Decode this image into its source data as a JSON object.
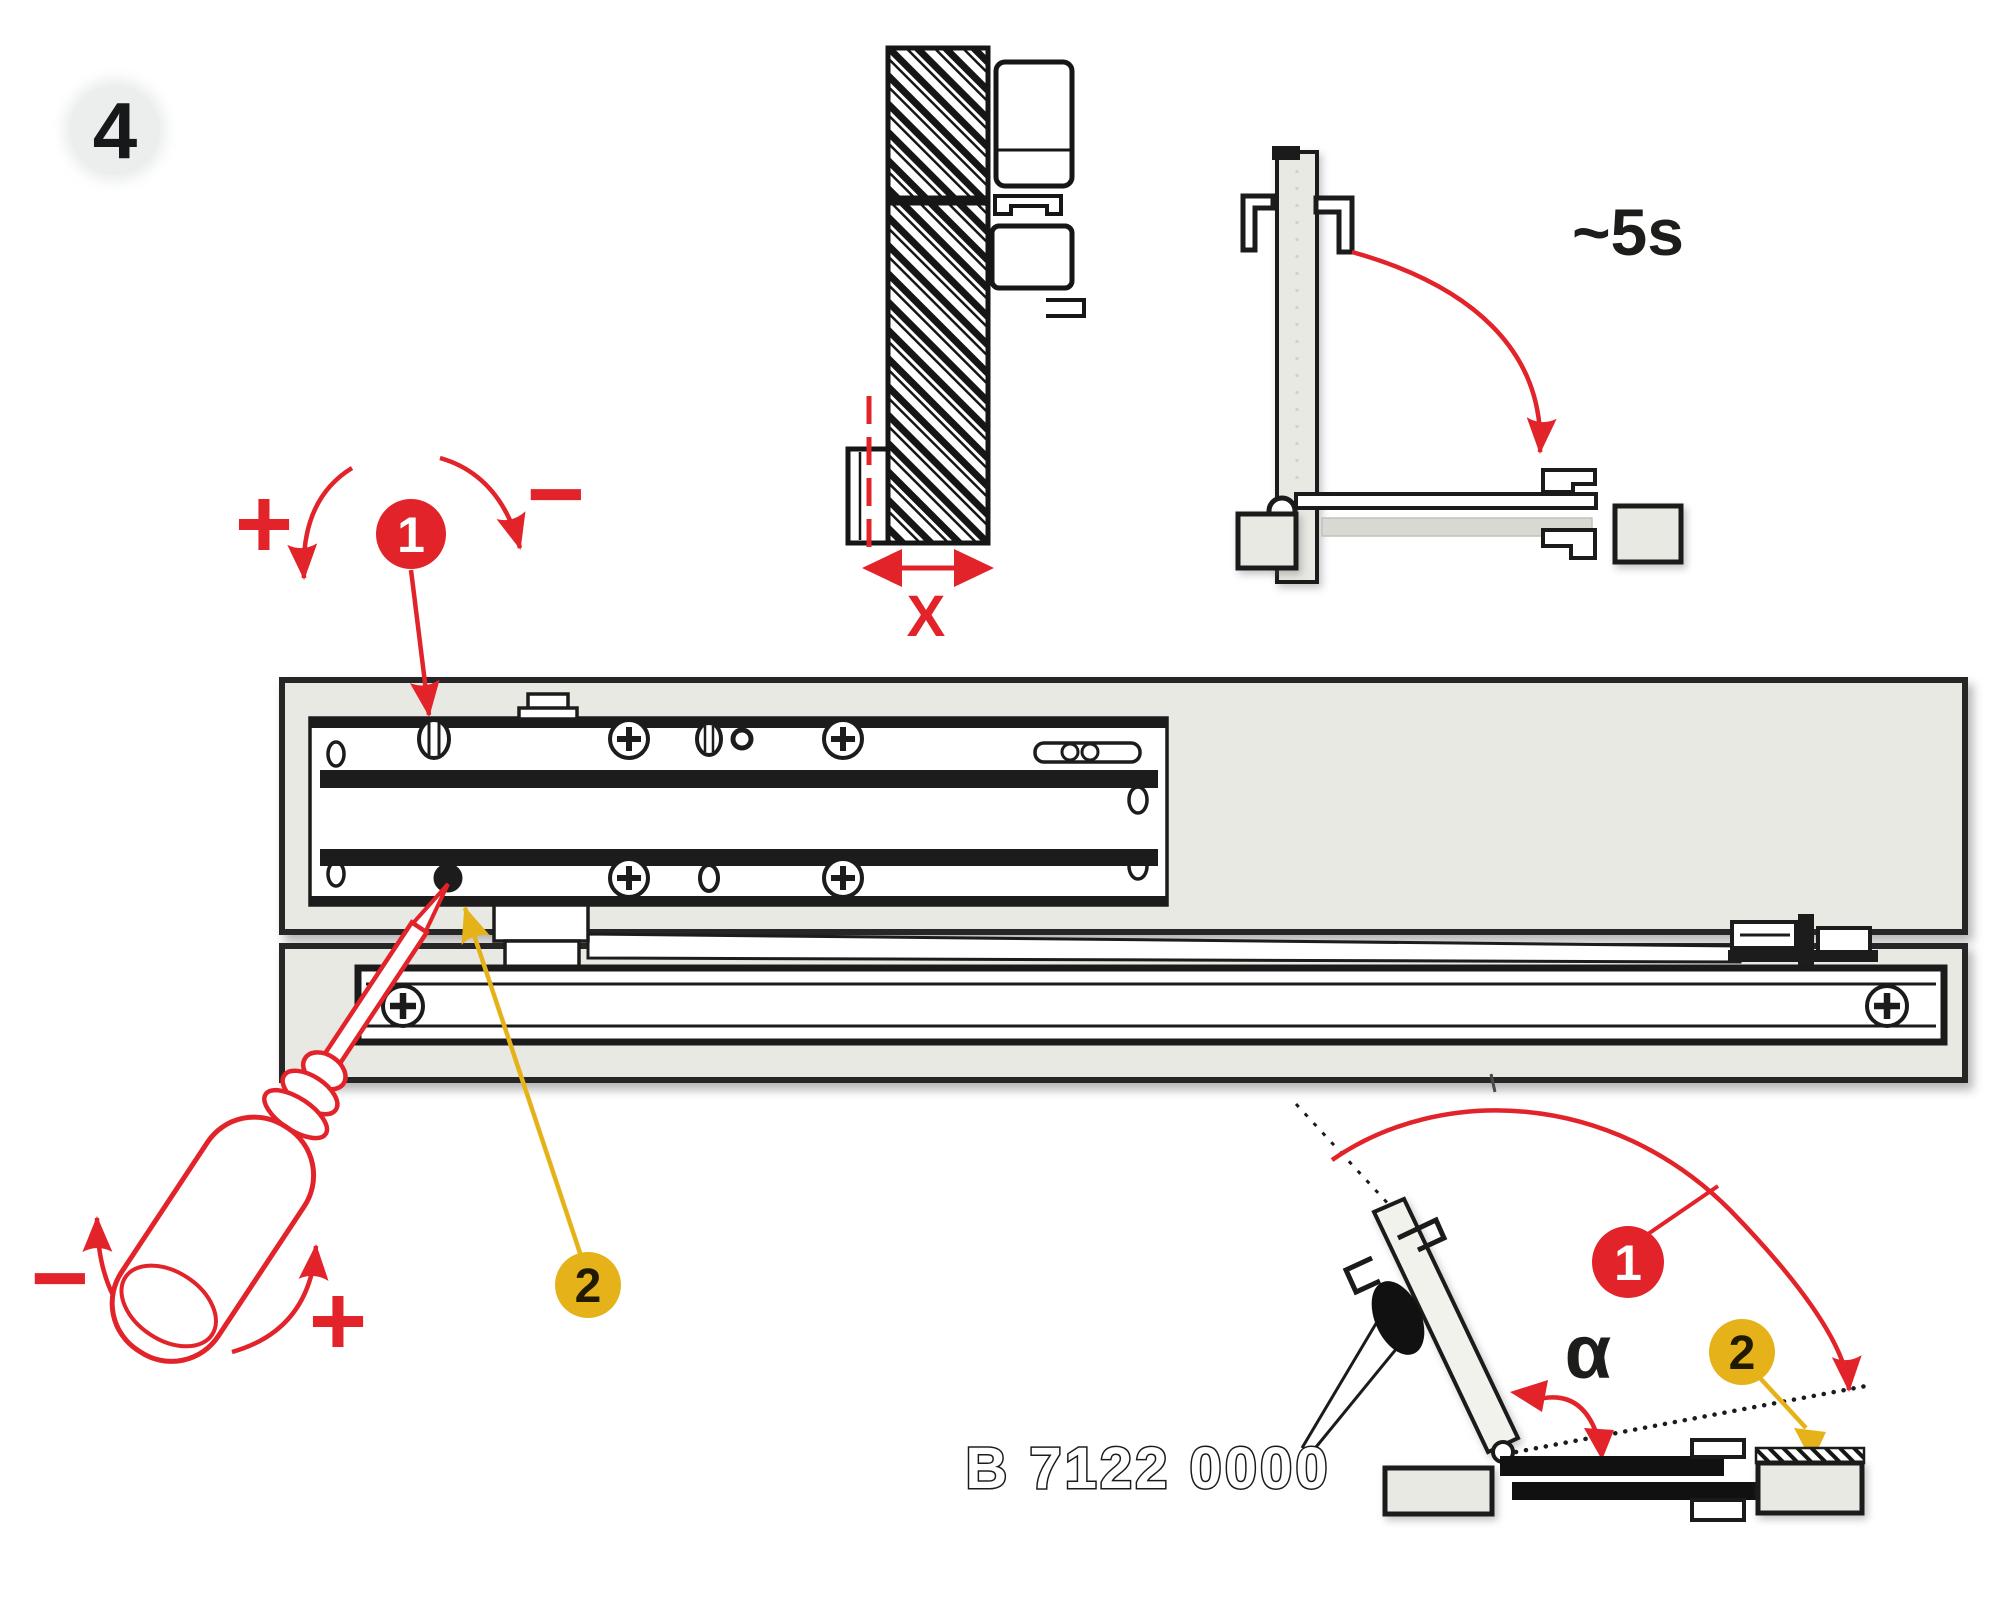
{
  "colors": {
    "red": "#e2232a",
    "yellow": "#e6b219",
    "panel_gray": "#e9e9e3",
    "ink": "#1d1d1b",
    "badge_gray": "#eceeee",
    "ghost_gray": "#d9d9d3"
  },
  "badge": {
    "step_number": "4"
  },
  "section_detail": {
    "gap_label": "X"
  },
  "door_swing": {
    "time_label": "~5s"
  },
  "speed_adjust": {
    "callout": "1",
    "plus": "+",
    "minus": "−"
  },
  "latch_adjust": {
    "callout": "2",
    "plus": "+",
    "minus": "−"
  },
  "angle_diagram": {
    "callout_speed": "1",
    "callout_latch": "2",
    "angle_label": "α",
    "part_number": "B 7122 0000"
  }
}
